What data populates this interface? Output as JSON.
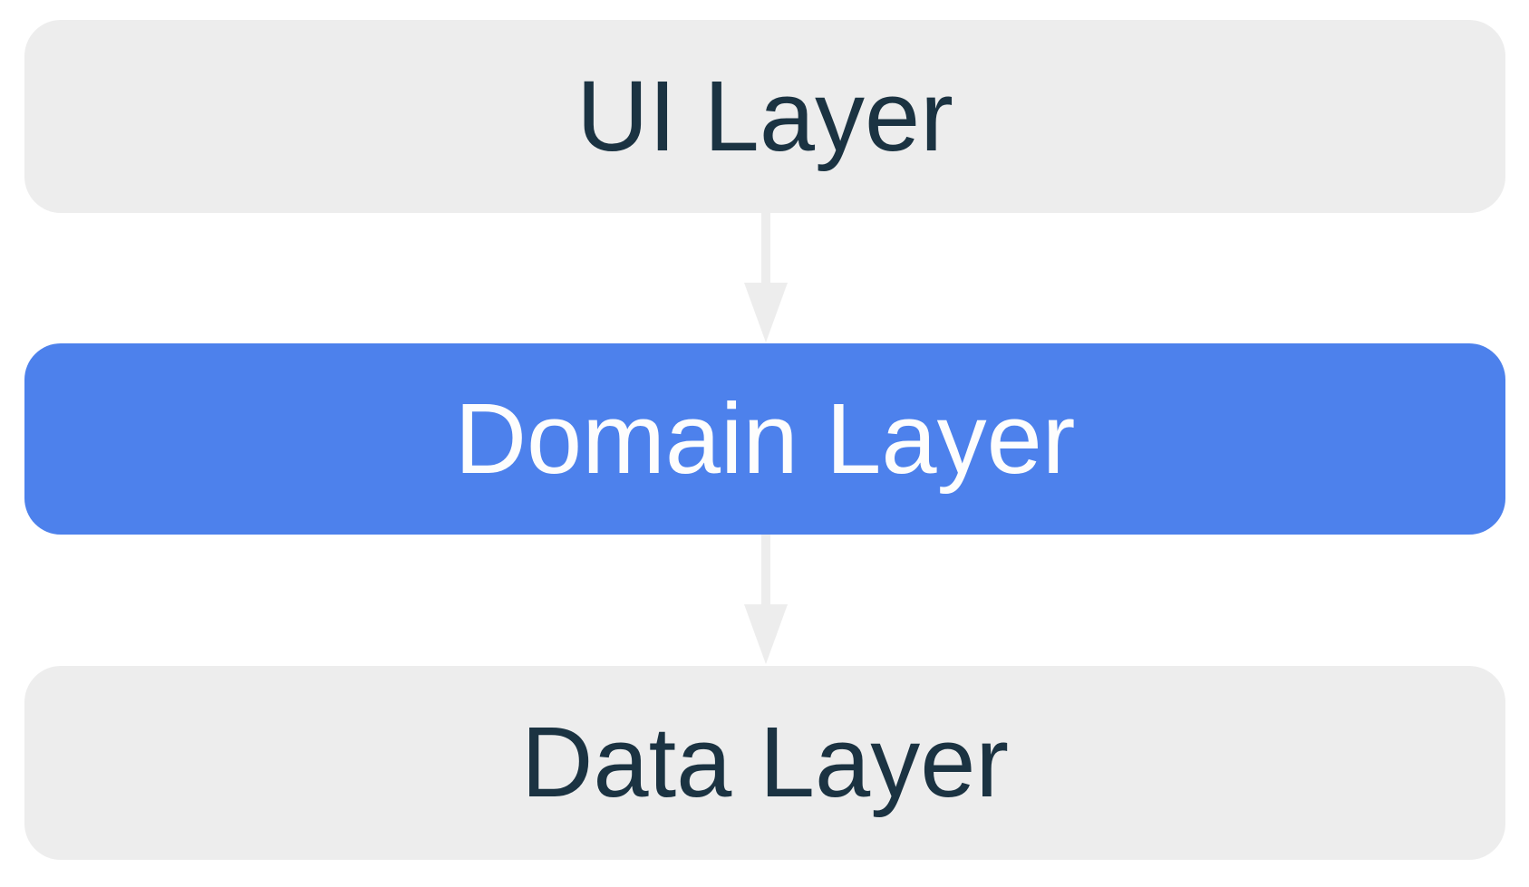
{
  "diagram": {
    "background_color": "#FFFFFF",
    "arrow_color": "#EDEDED",
    "layers": [
      {
        "label": "UI Layer",
        "state": "default",
        "background_color": "#EDEDED",
        "text_color": "#1B3342"
      },
      {
        "label": "Domain Layer",
        "state": "highlighted",
        "background_color": "#4D81EC",
        "text_color": "#FDFDFD"
      },
      {
        "label": "Data Layer",
        "state": "default",
        "background_color": "#EDEDED",
        "text_color": "#1B3342"
      }
    ]
  }
}
